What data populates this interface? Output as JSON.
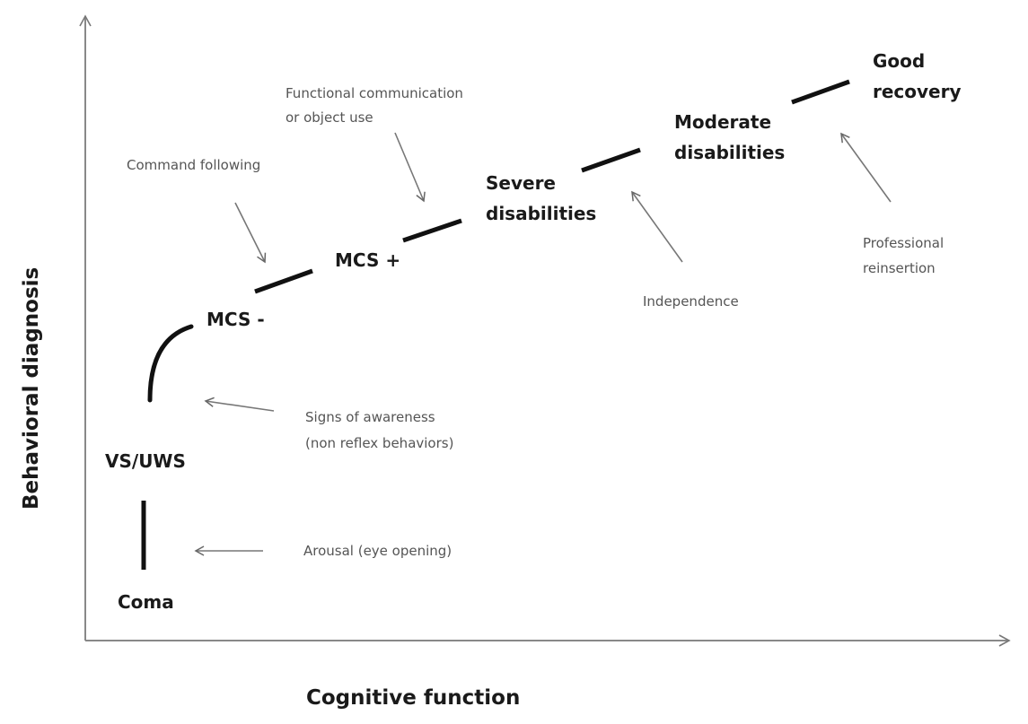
{
  "axes": {
    "x_label": "Cognitive function",
    "y_label": "Behavioral diagnosis",
    "axis_color": "#888888"
  },
  "states": [
    {
      "id": "coma",
      "lines": [
        "Coma"
      ]
    },
    {
      "id": "vs-uws",
      "lines": [
        "VS/UWS"
      ]
    },
    {
      "id": "mcs-minus",
      "lines": [
        "MCS -"
      ]
    },
    {
      "id": "mcs-plus",
      "lines": [
        "MCS +"
      ]
    },
    {
      "id": "severe-disabilities",
      "lines": [
        "Severe",
        "disabilities"
      ]
    },
    {
      "id": "moderate-disabilities",
      "lines": [
        "Moderate",
        "disabilities"
      ]
    },
    {
      "id": "good-recovery",
      "lines": [
        "Good",
        "recovery"
      ]
    }
  ],
  "transitions": [
    {
      "id": "arousal",
      "lines": [
        "Arousal (eye opening)"
      ]
    },
    {
      "id": "signs-of-awareness",
      "lines": [
        "Signs of awareness",
        "(non reflex behaviors)"
      ]
    },
    {
      "id": "command-following",
      "lines": [
        "Command following"
      ]
    },
    {
      "id": "functional-communication",
      "lines": [
        "Functional communication",
        "or object use"
      ]
    },
    {
      "id": "independence",
      "lines": [
        "Independence"
      ]
    },
    {
      "id": "professional-reinsertion",
      "lines": [
        "Professional",
        "reinsertion"
      ]
    }
  ],
  "colors": {
    "state_text": "#1a1a1a",
    "transition_text": "#555555",
    "segment": "#111111",
    "arrow": "#666666"
  }
}
